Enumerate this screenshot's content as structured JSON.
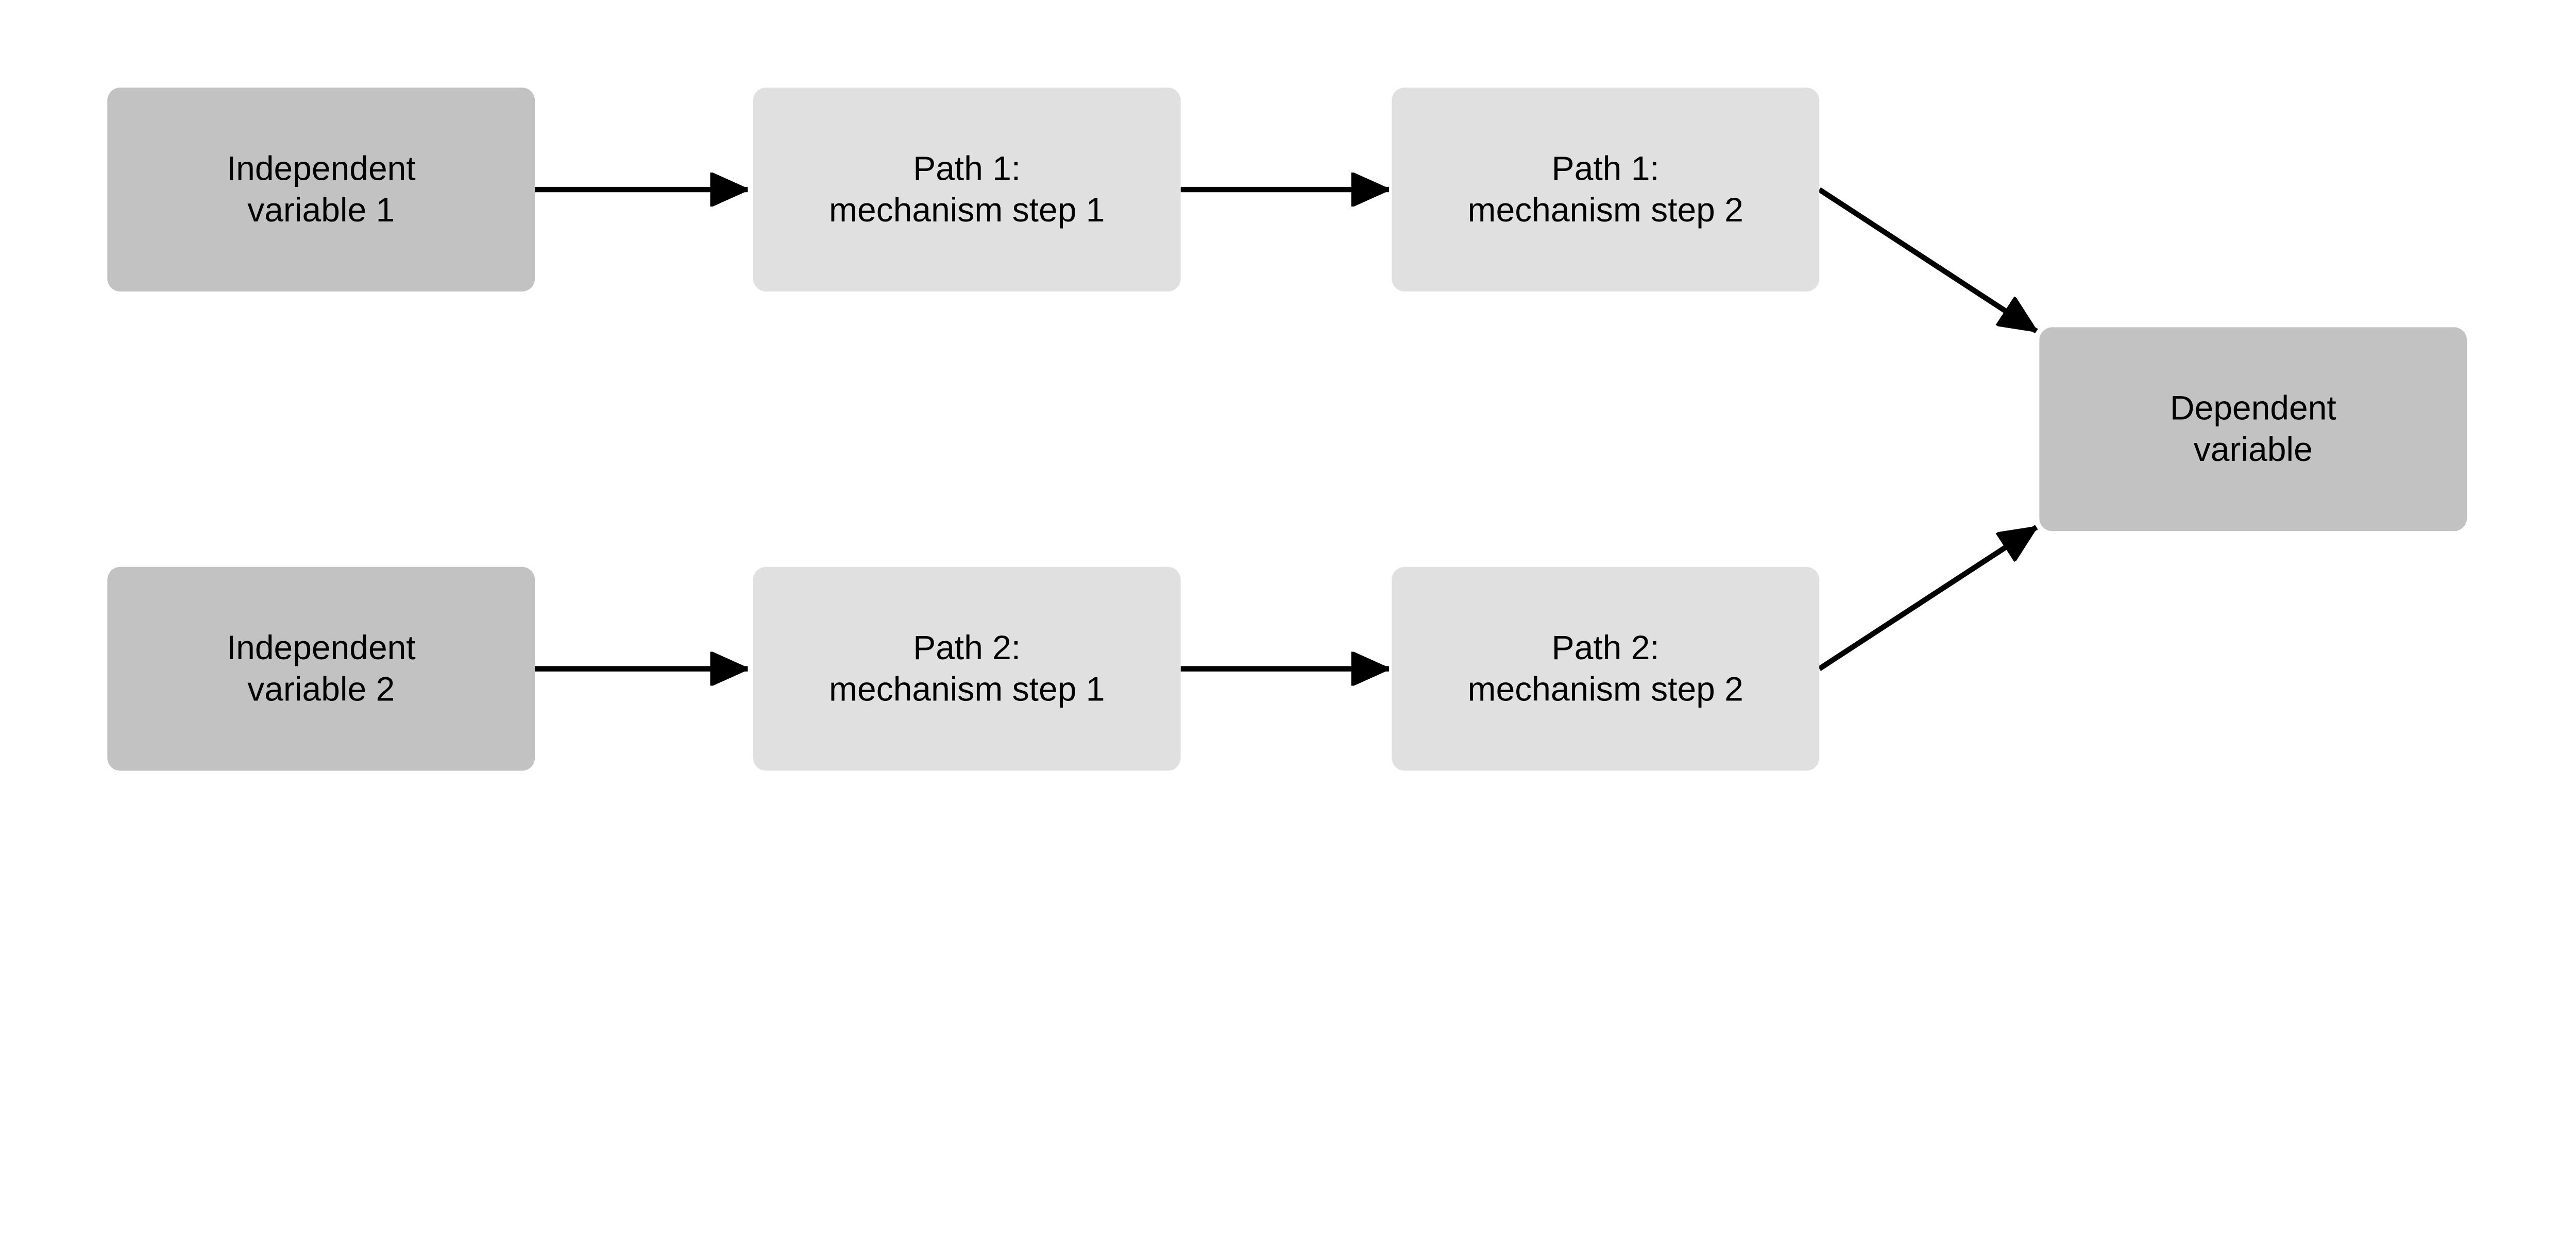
{
  "diagram": {
    "background": "#ffffff",
    "colors": {
      "independent_box": "#c2c2c2",
      "dependent_box": "#c2c2c2",
      "mechanism_box": "#e0e0e0",
      "arrow": "#000000",
      "text": "#000000"
    },
    "nodes": {
      "iv1": {
        "lines": [
          "Independent",
          "variable 1"
        ]
      },
      "p1s1": {
        "lines": [
          "Path 1:",
          "mechanism step 1"
        ]
      },
      "p1s2": {
        "lines": [
          "Path 1:",
          "mechanism step 2"
        ]
      },
      "iv2": {
        "lines": [
          "Independent",
          "variable 2"
        ]
      },
      "p2s1": {
        "lines": [
          "Path 2:",
          "mechanism step 1"
        ]
      },
      "p2s2": {
        "lines": [
          "Path 2:",
          "mechanism step 2"
        ]
      },
      "dep": {
        "lines": [
          "Dependent",
          "variable"
        ]
      }
    },
    "edges": [
      {
        "from": "iv1",
        "to": "p1s1"
      },
      {
        "from": "p1s1",
        "to": "p1s2"
      },
      {
        "from": "p1s2",
        "to": "dep"
      },
      {
        "from": "iv2",
        "to": "p2s1"
      },
      {
        "from": "p2s1",
        "to": "p2s2"
      },
      {
        "from": "p2s2",
        "to": "dep"
      }
    ]
  }
}
